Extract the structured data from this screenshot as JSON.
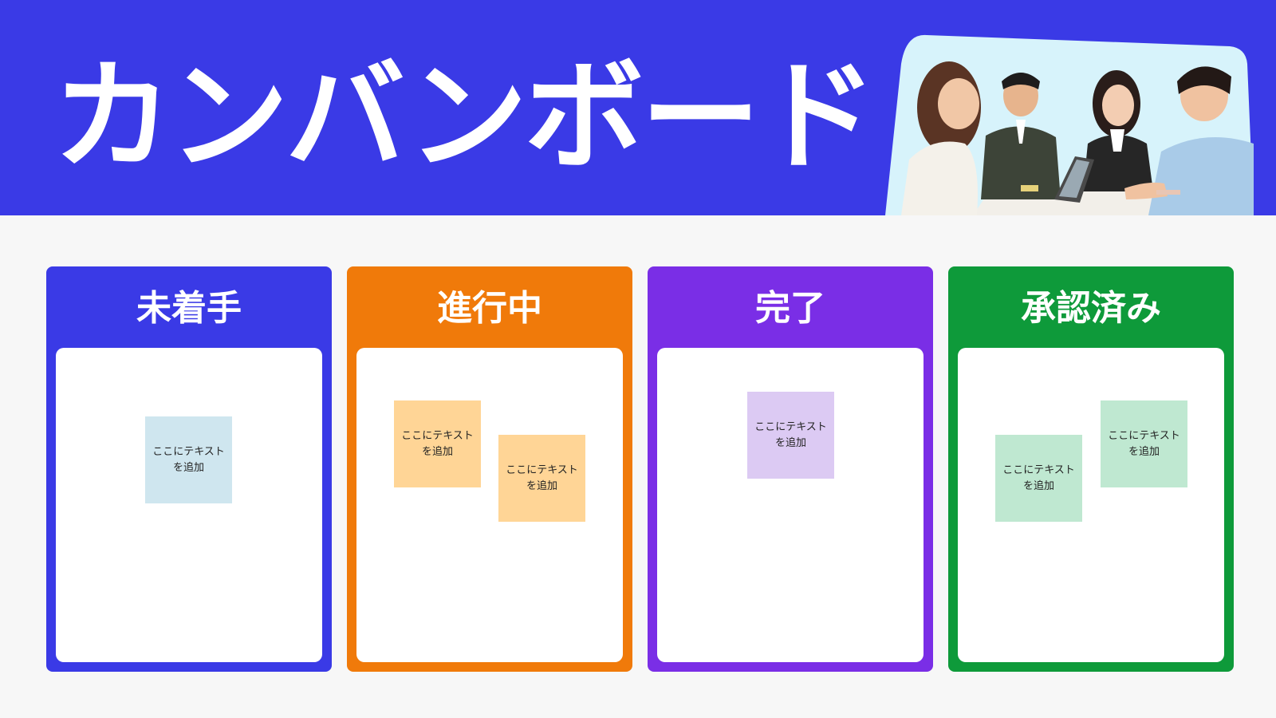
{
  "header": {
    "title": "カンバンボード",
    "photo_icon": "team-meeting-photo"
  },
  "colors": {
    "banner": "#3a3ae6",
    "page_background": "#f7f7f7",
    "todo": "#3a3ae6",
    "in_progress": "#f07a0a",
    "done": "#7a2ee6",
    "approved": "#0e9a3a",
    "note_blue": "#cfe6ef",
    "note_orange": "#ffd596",
    "note_purple": "#dccaf3",
    "note_green": "#bfe8d1"
  },
  "columns": [
    {
      "title": "未着手",
      "notes": [
        {
          "line1": "ここにテキスト",
          "line2": "を追加"
        }
      ]
    },
    {
      "title": "進行中",
      "notes": [
        {
          "line1": "ここにテキスト",
          "line2": "を追加"
        },
        {
          "line1": "ここにテキスト",
          "line2": "を追加"
        }
      ]
    },
    {
      "title": "完了",
      "notes": [
        {
          "line1": "ここにテキスト",
          "line2": "を追加"
        }
      ]
    },
    {
      "title": "承認済み",
      "notes": [
        {
          "line1": "ここにテキスト",
          "line2": "を追加"
        },
        {
          "line1": "ここにテキスト",
          "line2": "を追加"
        }
      ]
    }
  ]
}
